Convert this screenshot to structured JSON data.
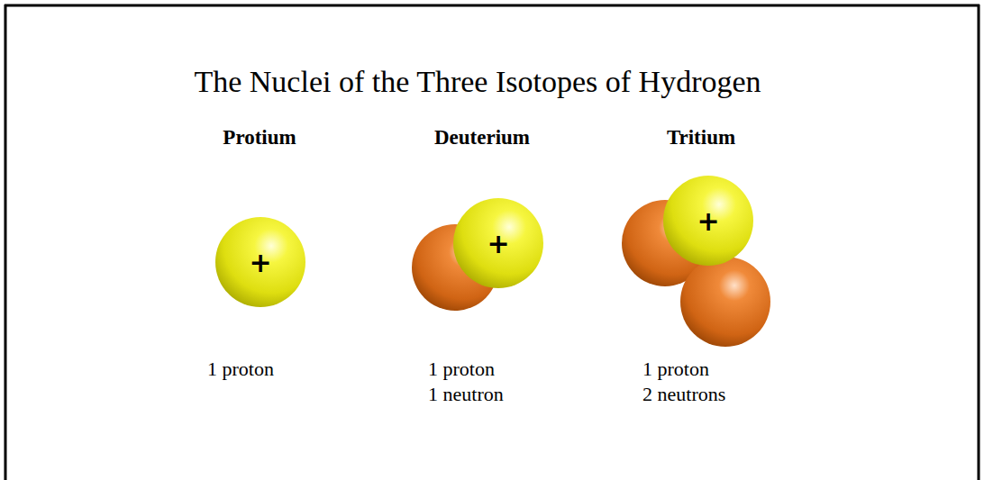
{
  "diagram": {
    "title": "The Nuclei of the Three Isotopes of Hydrogen",
    "nodes": [
      {
        "text": [
          "+"
        ]
      },
      {
        "text": [
          "+"
        ]
      },
      {
        "text": [
          "+"
        ]
      }
    ],
    "labels": [
      "Protium",
      "Deuterium",
      "Tritium",
      "1 proton",
      "1 proton",
      "1 neutron",
      "1 proton",
      "2 neutrons"
    ]
  }
}
